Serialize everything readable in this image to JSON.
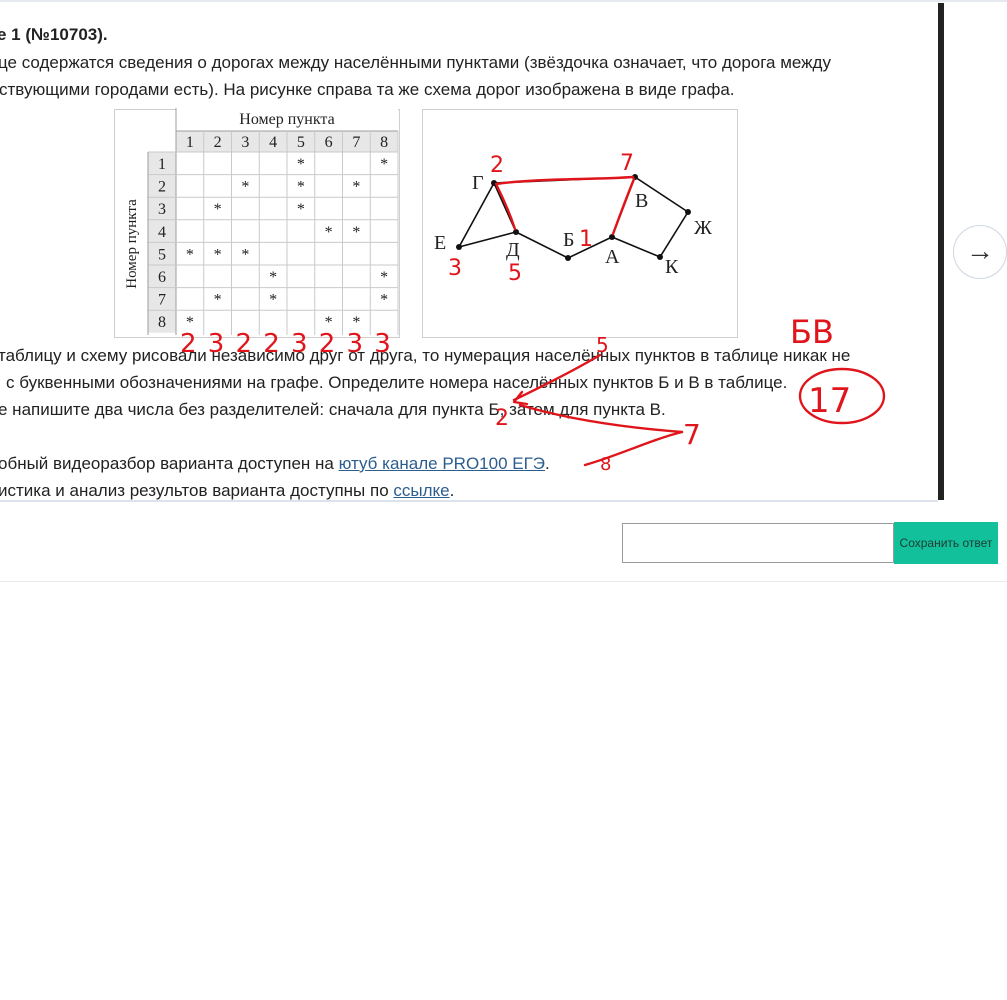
{
  "task": {
    "title": "е 1 (№10703).",
    "para1": "це содержатся сведения о дорогах между населёнными пунктами (звёздочка означает, что дорога между",
    "para2": "ствующими городами есть). На рисунке справа та же схема дорог изображена в виде графа.",
    "para3": "таблицу и схему рисовали независимо друг от друга, то нумерация населённых пунктов в таблице никак не",
    "para4": "с буквенными обозначениями на графе. Определите номера населённых пунктов Б и В в таблице.",
    "para5": "е напишите два числа без разделителей: сначала для пункта Б, затем для пункта В.",
    "video_prefix": "обный видеоразбор варианта доступен на ",
    "video_link": "ютуб канале PRO100 ЕГЭ",
    "video_suffix": ".",
    "stats_prefix": "истика и анализ результов варианта доступны по ",
    "stats_link": "ссылке",
    "stats_suffix": "."
  },
  "table": {
    "header": "Номер пункта",
    "row_header": "Номер пункта",
    "columns": [
      "1",
      "2",
      "3",
      "4",
      "5",
      "6",
      "7",
      "8"
    ],
    "rows": [
      [
        "",
        "",
        "",
        "",
        "*",
        "",
        "",
        "*"
      ],
      [
        "",
        "",
        "*",
        "",
        "*",
        "",
        "*",
        ""
      ],
      [
        "",
        "*",
        "",
        "",
        "*",
        "",
        "",
        ""
      ],
      [
        "",
        "",
        "",
        "",
        "",
        "*",
        "*",
        ""
      ],
      [
        "*",
        "*",
        "*",
        "",
        "",
        "",
        "",
        ""
      ],
      [
        "",
        "",
        "",
        "*",
        "",
        "",
        "",
        "*"
      ],
      [
        "",
        "*",
        "",
        "*",
        "",
        "",
        "",
        "*"
      ],
      [
        "*",
        "",
        "",
        "",
        "",
        "*",
        "*",
        ""
      ]
    ],
    "star": "*"
  },
  "graph": {
    "nodes": [
      "Г",
      "В",
      "Ж",
      "Е",
      "Д",
      "Б",
      "А",
      "К"
    ],
    "edges": [
      [
        "Г",
        "В"
      ],
      [
        "Г",
        "Е"
      ],
      [
        "Г",
        "Д"
      ],
      [
        "Е",
        "Д"
      ],
      [
        "Д",
        "Б"
      ],
      [
        "Б",
        "А"
      ],
      [
        "А",
        "В"
      ],
      [
        "В",
        "Ж"
      ],
      [
        "Ж",
        "К"
      ],
      [
        "А",
        "К"
      ]
    ]
  },
  "handwriting": {
    "degree_row": [
      "2",
      "3",
      "2",
      "2",
      "3",
      "2",
      "3",
      "3"
    ],
    "node_numbers": {
      "Г": "2",
      "В": "7",
      "Е": "3",
      "Д": "5",
      "Б": "1"
    },
    "label": "БВ",
    "answer_circle": "17",
    "arrow_5": "5",
    "arrow_2": "2",
    "arrow_7": "7",
    "arrow_8": "8",
    "color": "#e0151b"
  },
  "nav": {
    "next_arrow": "→"
  },
  "answer": {
    "value": "",
    "placeholder": "",
    "save_label": "Сохранить ответ"
  },
  "colors": {
    "accent": "#12c19b",
    "link": "#2c5d8f",
    "ink": "#e0151b"
  }
}
